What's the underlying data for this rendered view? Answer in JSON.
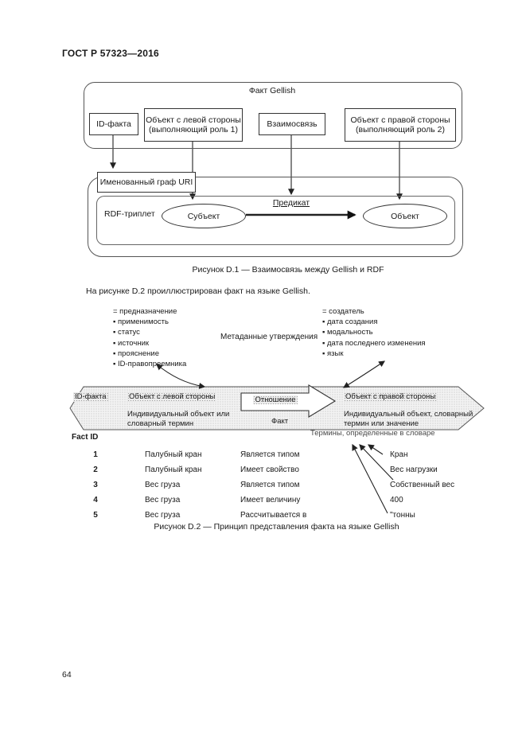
{
  "page": {
    "header": "ГОСТ Р 57323—2016",
    "paragraph": "На рисунке D.2 проиллюстрирован факт на языке Gellish.",
    "page_number": "64"
  },
  "colors": {
    "ink": "#1a1a1a",
    "border": "#555555",
    "band_fill": "#f3f3f3"
  },
  "figure_d1": {
    "caption": "Рисунок D.1 — Взаимосвязь между Gellish и RDF",
    "gellish": {
      "title": "Факт Gellish",
      "id_box": "ID-факта",
      "left_object_line1": "Объект с левой стороны",
      "left_object_line2": "(выполняющий роль 1)",
      "relation_box": "Взаимосвязь",
      "right_object_line1": "Объект с правой стороны",
      "right_object_line2": "(выполняющий роль 2)"
    },
    "rdf": {
      "named_graph": "Именованный граф URI",
      "triple_label": "RDF-триплет",
      "subject": "Субъект",
      "predicate": "Предикат",
      "object": "Объект"
    }
  },
  "figure_d2": {
    "caption": "Рисунок D.2 — Принцип представления факта на языке Gellish",
    "metadata_label": "Метаданные утверждения",
    "left_metadata": [
      "= предназначение",
      "▪ применимость",
      "▪ статус",
      "▪ источник",
      "▪ прояснение",
      "▪ ID-правопреемника"
    ],
    "right_metadata": [
      "= создатель",
      "▪ дата создания",
      "▪ модальность",
      "▪ дата последнего изменения",
      "▪ язык"
    ],
    "band": {
      "id_label": "ID-факта",
      "left_header": "Объект с левой стороны",
      "left_sub_line1": "Индивидуальный объект или",
      "left_sub_line2": "словарный термин",
      "relation_label": "Отношение",
      "fact_label": "Факт",
      "right_header": "Объект с правой стороны",
      "right_sub_line1": "Индивидуальный объект, словарный",
      "right_sub_line2": "термин или значение"
    },
    "fact_id_label": "Fact ID",
    "dictionary_note": "Термины, определенные в словаре",
    "rows": [
      {
        "id": "1",
        "obj": "Палубный кран",
        "rel": "Является типом",
        "val": "Кран"
      },
      {
        "id": "2",
        "obj": "Палубный кран",
        "rel": "Имеет свойство",
        "val": "Вес нагрузки"
      },
      {
        "id": "3",
        "obj": "Вес груза",
        "rel": "Является типом",
        "val": "Собственный вес"
      },
      {
        "id": "4",
        "obj": "Вес груза",
        "rel": "Имеет величину",
        "val": "400"
      },
      {
        "id": "5",
        "obj": "Вес груза",
        "rel": "Рассчитывается в",
        "val": "\"тонны"
      }
    ]
  }
}
